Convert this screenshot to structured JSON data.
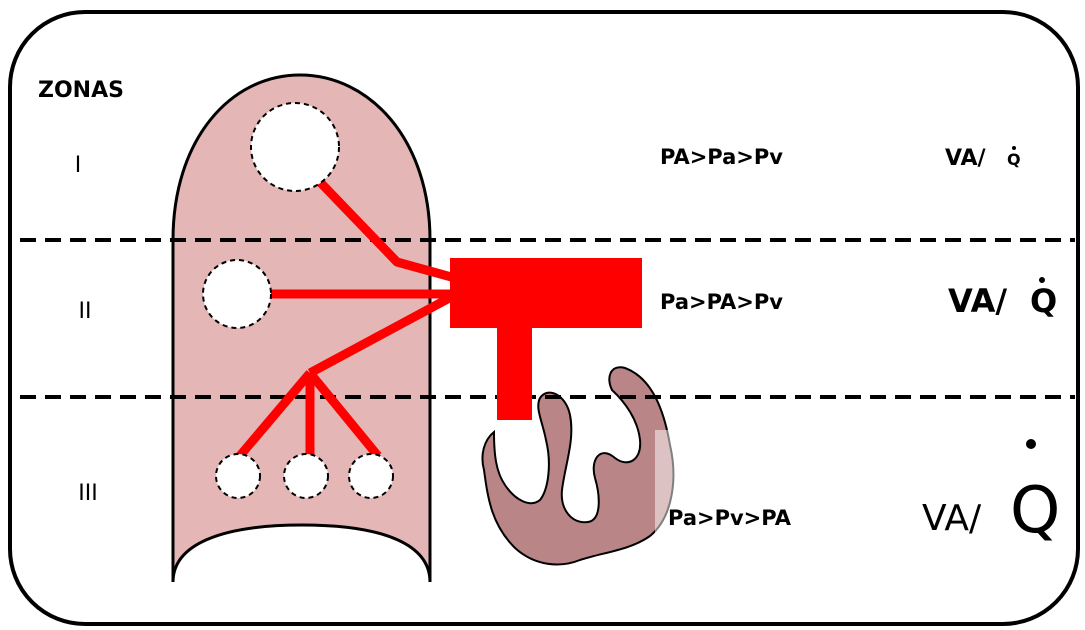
{
  "title": "ZONAS",
  "colors": {
    "lung_fill": "#e5b6b6",
    "vessel": "#ff0000",
    "heart_fill": "#b98586",
    "outline": "#000000"
  },
  "zones": [
    {
      "label": "I",
      "pressure": "PA>Pa>Pv",
      "ratio_text": "VA/",
      "ratio_q": "Q"
    },
    {
      "label": "II",
      "pressure": "Pa>PA>Pv",
      "ratio_text": "VA/",
      "ratio_q": "Q"
    },
    {
      "label": "III",
      "pressure": "Pa>Pv>PA",
      "ratio_text": "VA/",
      "ratio_q": "Q"
    }
  ]
}
